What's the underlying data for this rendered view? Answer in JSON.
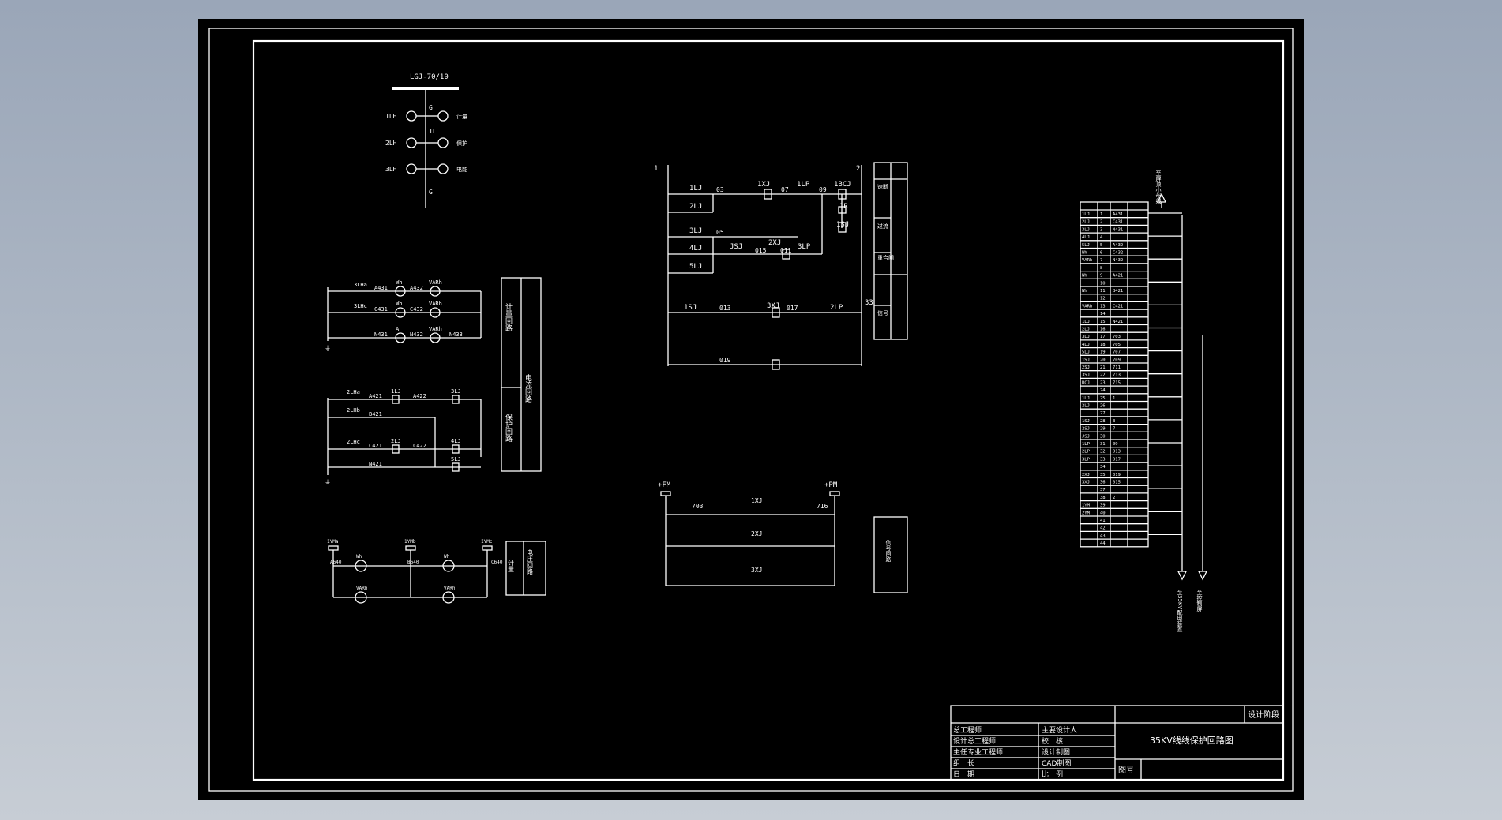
{
  "busbar": {
    "label": "LGJ-70/10",
    "ct": [
      "1LH",
      "2LH",
      "3LH"
    ],
    "g1": "G",
    "g2": "G",
    "il": "1L",
    "meter1": "计量",
    "meter2": "保护",
    "meter3": "电能"
  },
  "current": {
    "rows": [
      {
        "ct": "3LHa",
        "n1": "A431",
        "m1": "Wh",
        "n2": "A432",
        "m2": "VARh"
      },
      {
        "ct": "3LHc",
        "n1": "C431",
        "m1": "Wh",
        "n2": "C432",
        "m2": "VARh"
      },
      {
        "ct": "",
        "n1": "N431",
        "m1": "A",
        "n2": "N432",
        "m2": "VARh",
        "n3": "N433"
      }
    ],
    "side1": "计量回路",
    "side2": "电流回路"
  },
  "protect": {
    "rows": [
      {
        "ct": "2LHa",
        "n1": "A421",
        "r1": "1LJ",
        "n2": "A422",
        "r2": "3LJ"
      },
      {
        "ct": "2LHb",
        "n1": "B421",
        "r1": "",
        "n2": "",
        "r2": ""
      },
      {
        "ct": "2LHc",
        "n1": "C421",
        "r1": "2LJ",
        "n2": "C422",
        "r2": "4LJ"
      },
      {
        "ct": "",
        "n1": "N421",
        "r1": "",
        "n2": "",
        "r2": "5LJ"
      }
    ],
    "side": "保护回路"
  },
  "voltage": {
    "tops": [
      "1YMa",
      "1YMb",
      "1YMc"
    ],
    "nodes": [
      "A640",
      "B640",
      "C640"
    ],
    "meters": [
      "Wh",
      "Wh",
      "VARh",
      "VARh"
    ],
    "side1": "计量",
    "side2": "电压回路"
  },
  "control": {
    "n1": "1",
    "n2": "2",
    "n33": "33",
    "relays": [
      "1LJ",
      "2LJ",
      "3LJ",
      "4LJ",
      "5LJ",
      "JSJ",
      "1XJ",
      "2XJ",
      "3XJ",
      "1LP",
      "2LP",
      "3LP",
      "1BCJ",
      "1R",
      "1SJ",
      "1SJ"
    ],
    "wires": [
      "03",
      "07",
      "09",
      "05",
      "015",
      "011",
      "013",
      "017",
      "019"
    ],
    "side": [
      "速断",
      "过流",
      "重合闸",
      "信号"
    ]
  },
  "signal": {
    "left": "+FM",
    "right": "+PM",
    "w1": "703",
    "w2": "716",
    "relays": [
      "1XJ",
      "2XJ",
      "3XJ"
    ],
    "side": "信号回路"
  },
  "terminal": {
    "top": "至屏顶小母线",
    "bottom1": "至35KV配电装置",
    "bottom2": "至控制屏",
    "rows": [
      [
        "1LJ",
        "1",
        "A431"
      ],
      [
        "2LJ",
        "2",
        "C431"
      ],
      [
        "3LJ",
        "3",
        "N431"
      ],
      [
        "4LJ",
        "4",
        ""
      ],
      [
        "5LJ",
        "5",
        "A432"
      ],
      [
        "Wh",
        "6",
        "C432"
      ],
      [
        "VARh",
        "7",
        "N432"
      ],
      [
        "",
        "8",
        ""
      ],
      [
        "Wh",
        "9",
        "A421"
      ],
      [
        "",
        "10",
        ""
      ],
      [
        "Wh",
        "11",
        "B421"
      ],
      [
        "",
        "12",
        ""
      ],
      [
        "VARh",
        "13",
        "C421"
      ],
      [
        "",
        "14",
        ""
      ],
      [
        "1LJ",
        "15",
        "N421"
      ],
      [
        "2LJ",
        "16",
        ""
      ],
      [
        "3LJ",
        "17",
        "703"
      ],
      [
        "4LJ",
        "18",
        "705"
      ],
      [
        "5LJ",
        "19",
        "707"
      ],
      [
        "1SJ",
        "20",
        "709"
      ],
      [
        "2SJ",
        "21",
        "711"
      ],
      [
        "3SJ",
        "22",
        "713"
      ],
      [
        "BCJ",
        "23",
        "715"
      ],
      [
        "",
        "24",
        ""
      ],
      [
        "1LJ",
        "25",
        "1"
      ],
      [
        "2LJ",
        "26",
        ""
      ],
      [
        "",
        "27",
        ""
      ],
      [
        "1SJ",
        "28",
        "3"
      ],
      [
        "2SJ",
        "29",
        "7"
      ],
      [
        "JSJ",
        "30",
        ""
      ],
      [
        "1LP",
        "31",
        "09"
      ],
      [
        "2LP",
        "32",
        "013"
      ],
      [
        "3LP",
        "33",
        "017"
      ],
      [
        "",
        "34",
        ""
      ],
      [
        "2XJ",
        "35",
        "019"
      ],
      [
        "3XJ",
        "36",
        "015"
      ],
      [
        "",
        "37",
        ""
      ],
      [
        "",
        "38",
        "2"
      ],
      [
        "1YM",
        "39",
        ""
      ],
      [
        "2YM",
        "40",
        ""
      ],
      [
        "",
        "41",
        ""
      ],
      [
        "",
        "42",
        ""
      ],
      [
        "",
        "43",
        ""
      ],
      [
        "",
        "44",
        ""
      ]
    ]
  },
  "title_block": {
    "left_labels": [
      "总工程师",
      "设计总工程师",
      "主任专业工程师",
      "组　长",
      "日　期"
    ],
    "mid_labels": [
      "主要设计人",
      "校　核",
      "设计制图",
      "CAD制图",
      "比　例"
    ],
    "design_stage": "设计阶段",
    "drawing_title": "35KV线线保护回路图",
    "drawing_no": "图号"
  }
}
